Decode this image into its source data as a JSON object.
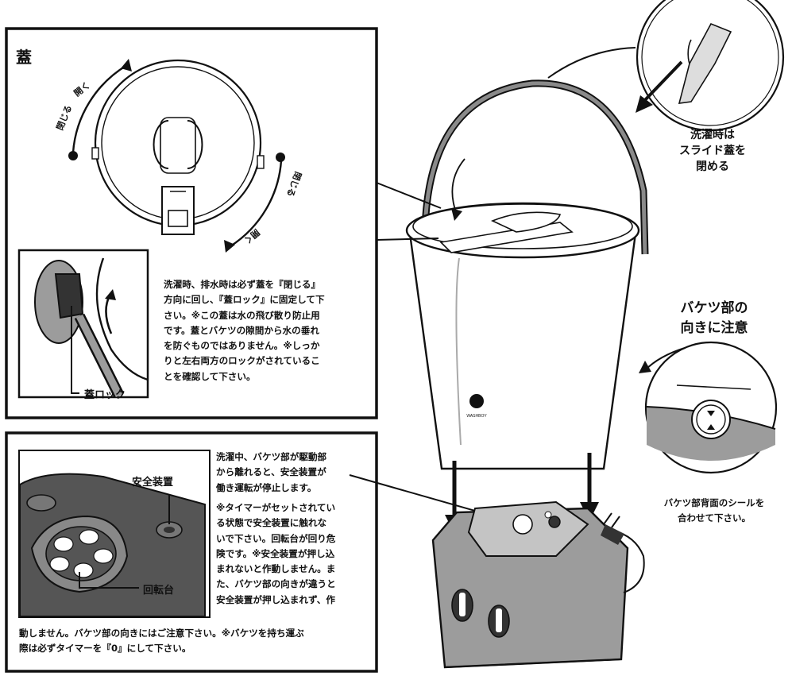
{
  "lid_panel": {
    "title": "蓋",
    "open_label": "開く",
    "close_label": "閉じる",
    "open_label_right": "開く",
    "close_label_right": "閉じる",
    "lock_label": "蓋ロック",
    "instruction": "洗濯時、排水時は必ず蓋を『閉じる』\n方向に回し、『蓋ロック』に固定して下\nさい。※この蓋は水の飛び散り防止用\nです。蓋とバケツの隙間から水の垂れ\nを防ぐものではありません。※しっか\nりと左右両方のロックがされているこ\nとを確認して下さい。"
  },
  "safety_panel": {
    "safety_device_label": "安全装置",
    "turntable_label": "回転台",
    "text_top": "洗濯中、バケツ部が駆動部\nから離れると、安全装置が\n働き運転が停止します。",
    "text_mid": "※タイマーがセットされてい\nる状態で安全装置に触れな\nいで下さい。回転台が回り危\n険です。※安全装置が押し込\nまれないと作動しません。ま\nた、バケツ部の向きが違うと\n安全装置が押し込まれず、作",
    "text_bottom": "動しません。バケツ部の向きにはご注意下さい。※バケツを持ち運ぶ\n際は必ずタイマーを『0』にして下さい。"
  },
  "right_notes": {
    "slide_lid": "洗濯時は\nスライド蓋を\n閉める",
    "bucket_orientation": "バケツ部の\n向きに注意",
    "seal_note": "バケツ部背面のシールを\n合わせて下さい。"
  },
  "brand_logo_text": "WASHBOY",
  "colors": {
    "line": "#111111",
    "fill_gray": "#9c9c9c",
    "fill_dark": "#4a4a4a",
    "fill_light": "#d8d8d8",
    "background": "#ffffff"
  }
}
